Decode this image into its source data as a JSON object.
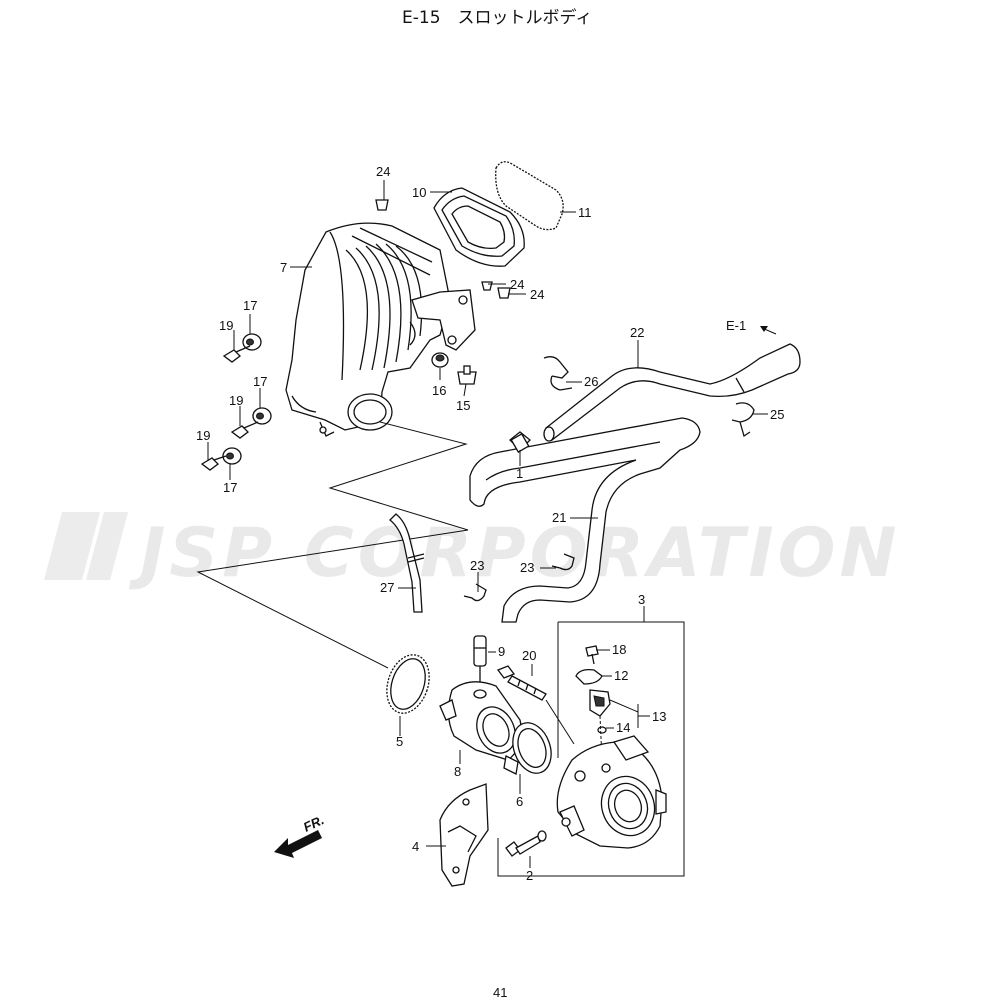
{
  "header": {
    "title": "E-15　スロットルボディ"
  },
  "footer": {
    "page_number": "41"
  },
  "watermark": {
    "text": "JSP CORPORATION"
  },
  "direction": {
    "front_label": "FR."
  },
  "labels": {
    "p1": "1",
    "p2": "2",
    "p3": "3",
    "p4": "4",
    "p5": "5",
    "p6": "6",
    "p7": "7",
    "p8": "8",
    "p9": "9",
    "p10": "10",
    "p11": "11",
    "p12": "12",
    "p13": "13",
    "p14": "14",
    "p15": "15",
    "p16": "16",
    "p17a": "17",
    "p17b": "17",
    "p17c": "17",
    "p18": "18",
    "p19a": "19",
    "p19b": "19",
    "p19c": "19",
    "p20": "20",
    "p21": "21",
    "p22": "22",
    "p23a": "23",
    "p23b": "23",
    "p24a": "24",
    "p24b": "24",
    "p24c": "24",
    "p25": "25",
    "p26": "26",
    "p27": "27",
    "ref_e1": "E-1"
  }
}
